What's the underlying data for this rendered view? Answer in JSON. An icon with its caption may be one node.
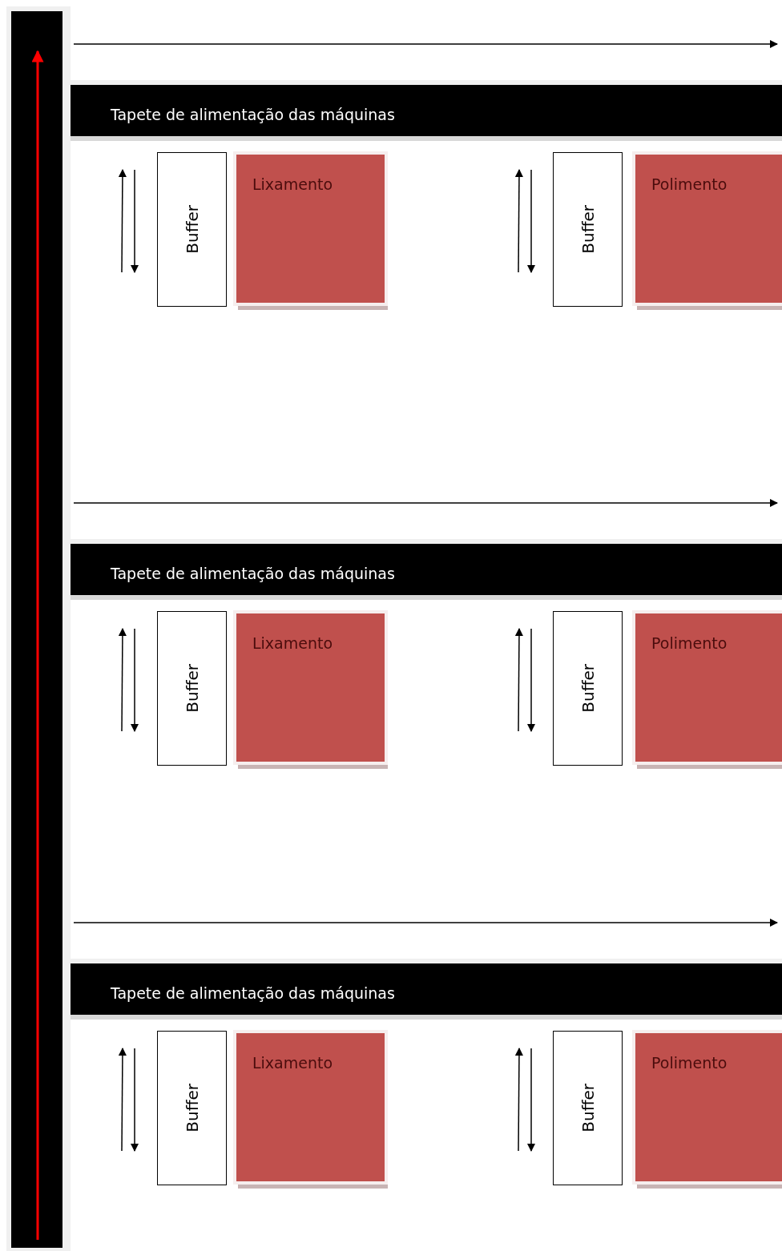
{
  "diagram": {
    "nodes": [
      {
        "text": [
          "Tapete de alimentação das máquinas"
        ]
      },
      {
        "text": [
          "Buffer"
        ]
      },
      {
        "text": [
          "Lixamento"
        ]
      },
      {
        "text": [
          "Buffer"
        ]
      },
      {
        "text": [
          "Polimento"
        ]
      },
      {
        "text": [
          "Tapete de alimentação das máquinas"
        ]
      },
      {
        "text": [
          "Buffer"
        ]
      },
      {
        "text": [
          "Lixamento"
        ]
      },
      {
        "text": [
          "Buffer"
        ]
      },
      {
        "text": [
          "Polimento"
        ]
      },
      {
        "text": [
          "Tapete de alimentação das máquinas"
        ]
      },
      {
        "text": [
          "Buffer"
        ]
      },
      {
        "text": [
          "Lixamento"
        ]
      },
      {
        "text": [
          "Buffer"
        ]
      },
      {
        "text": [
          "Polimento"
        ]
      }
    ]
  }
}
